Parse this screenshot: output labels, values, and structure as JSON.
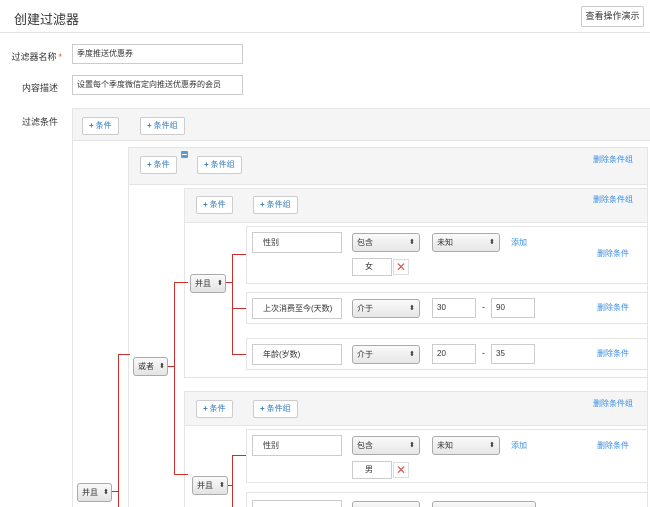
{
  "header": {
    "title": "创建过滤器",
    "demo_button": "查看操作演示"
  },
  "form": {
    "name_label": "过滤器名称",
    "required_mark": "*",
    "name_value": "季度推送优惠券",
    "desc_label": "内容描述",
    "desc_value": "设置每个季度微信定向推送优惠券的会员",
    "cond_label": "过滤条件"
  },
  "buttons": {
    "add_condition": "条件",
    "add_group": "条件组",
    "plus": "+",
    "add_value": "添加"
  },
  "delete": {
    "group": "删除条件组",
    "condition": "删除条件"
  },
  "operators": {
    "root": "并且",
    "or": "或者",
    "and1": "并且",
    "and2": "并且"
  },
  "conditions": [
    {
      "field": "性别",
      "op": "包含",
      "value": "未知",
      "tag": "女"
    },
    {
      "field": "上次消费至今(天数)",
      "op": "介于",
      "min": "30",
      "max": "90"
    },
    {
      "field": "年龄(岁数)",
      "op": "介于",
      "min": "20",
      "max": "35"
    },
    {
      "field": "性别",
      "op": "包含",
      "value": "未知",
      "tag": "男"
    }
  ],
  "range_separator": "-",
  "icons": {
    "select_arrow": "⬍",
    "remove": "✕"
  }
}
